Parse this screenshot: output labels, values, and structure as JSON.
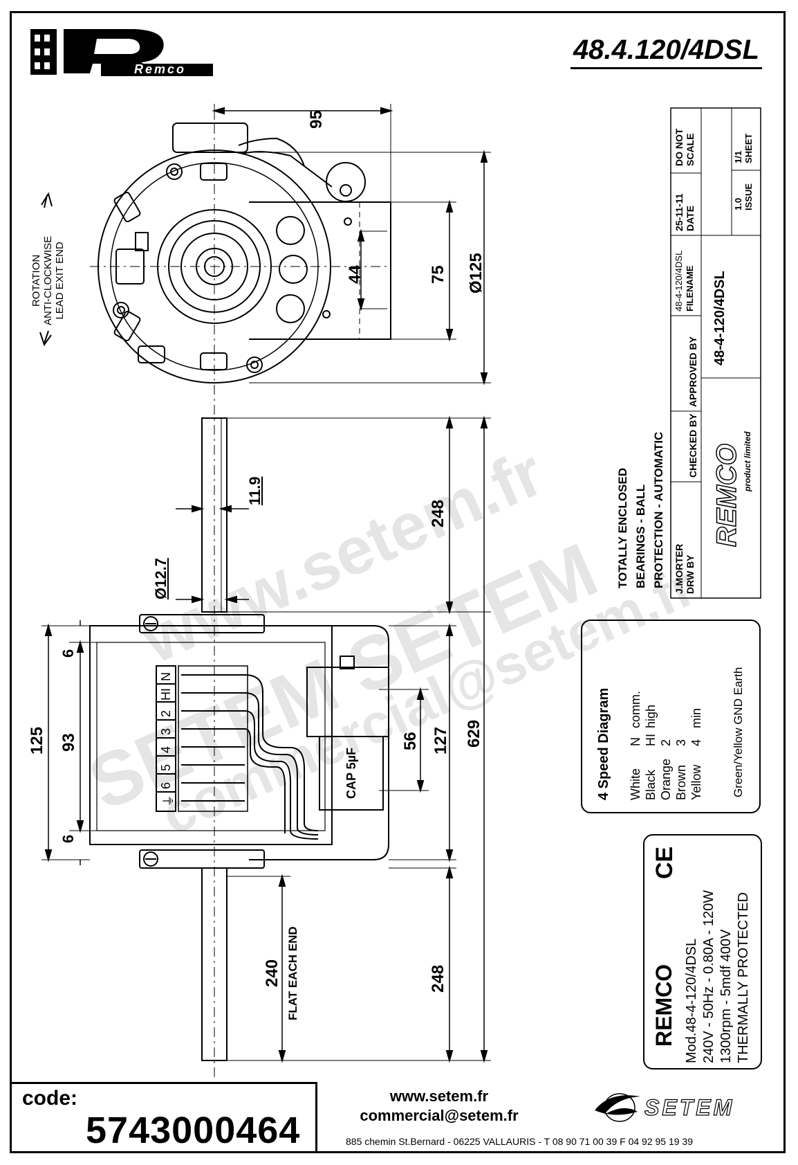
{
  "brand": {
    "logo_text": "Remco"
  },
  "part_number": "48.4.120/4DSL",
  "rotation_note": [
    "ROTATION",
    "ANTI-CLOCKWISE",
    "LEAD EXIT END"
  ],
  "dimensions": {
    "d95": "95",
    "d44": "44",
    "d75": "75",
    "d125dia": "Ø125",
    "d11_9": "11.9",
    "d12_7": "Ø12.7",
    "d248_top": "248",
    "d629": "629",
    "d125": "125",
    "d93": "93",
    "d6_top": "6",
    "d6_bottom": "6",
    "d56": "56",
    "d127": "127",
    "d240": "240",
    "flat_each_end": "FLAT EACH END",
    "d248_bottom": "248"
  },
  "terminals": [
    "N",
    "HI",
    "2",
    "3",
    "4",
    "5",
    "6",
    "⏚"
  ],
  "capacitor": "CAP 5µF",
  "features": [
    "TOTALLY ENCLOSED",
    "BEARINGS - BALL",
    "PROTECTION - AUTOMATIC"
  ],
  "title_block": {
    "do_not_scale": [
      "DO NOT",
      "SCALE"
    ],
    "date_value": "25-11-11",
    "date_label": "DATE",
    "sheet_value": "1/1",
    "sheet_label": "SHEET",
    "issue_value": "1.0",
    "issue_label": "ISSUE",
    "filename_value": "48-4-120/4DSL",
    "filename_label": "FILENAME",
    "approved_by_label": "APPROVED BY",
    "drawing_number": "48-4-120/4DSL",
    "checked_by_label": "CHECKED BY",
    "drawn_by_value": "J.MORTER",
    "drawn_by_label": "DRW BY",
    "company_logo": "REMCO",
    "company_tagline": "product limited"
  },
  "speed_diagram": {
    "title": "4 Speed Diagram",
    "rows": [
      [
        "White",
        "N",
        "comm."
      ],
      [
        "Black",
        "HI",
        "high"
      ],
      [
        "Orange",
        "2",
        ""
      ],
      [
        "Brown",
        "3",
        ""
      ],
      [
        "Yellow",
        "4",
        "min"
      ]
    ],
    "earth": "Green/Yellow  GND  Earth"
  },
  "rating_label": {
    "brand": "REMCO",
    "ce": "CE",
    "lines": [
      "Mod.48-4-120/4DSL",
      "240V - 50Hz - 0.80A - 120W",
      "1300rpm - 5mdf 400V",
      "THERMALLY PROTECTED"
    ]
  },
  "footer": {
    "code_label": "code:",
    "code_value": "5743000464",
    "website": "www.setem.fr",
    "email": "commercial@setem.fr",
    "address": "885 chemin St.Bernard  -  06225 VALLAURIS  -  T 08 90 71 00 39  F 04 92 95 19 39",
    "setem_logo": "SETEM"
  },
  "watermark": [
    "www.setem.fr",
    "SETEM  SETEM",
    "commercial@setem.fr"
  ]
}
